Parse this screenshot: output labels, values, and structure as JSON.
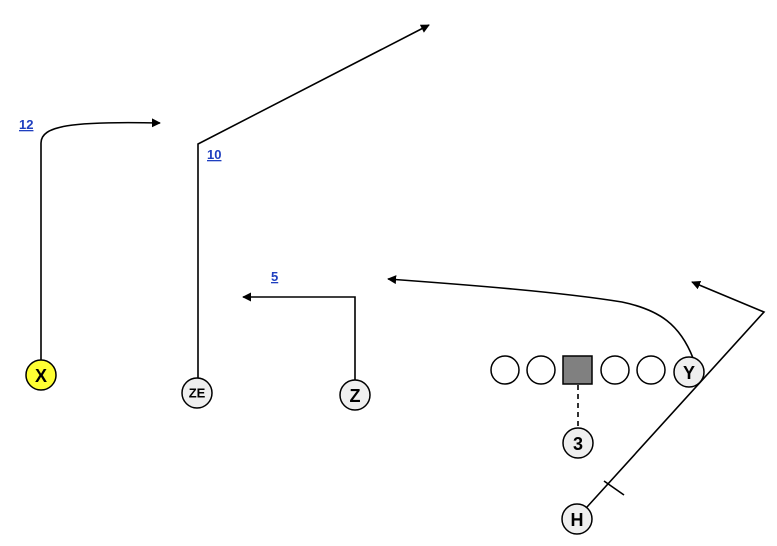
{
  "players": {
    "x": "X",
    "ze": "ZE",
    "z": "Z",
    "y": "Y",
    "qb": "3",
    "h": "H"
  },
  "route_labels": {
    "x_depth": "12",
    "ze_depth": "10",
    "z_depth": "5"
  },
  "colors": {
    "x_fill": "#ffff33",
    "player_fill": "#efefef",
    "center_fill": "#808080",
    "label_color": "#1f3fbf"
  }
}
